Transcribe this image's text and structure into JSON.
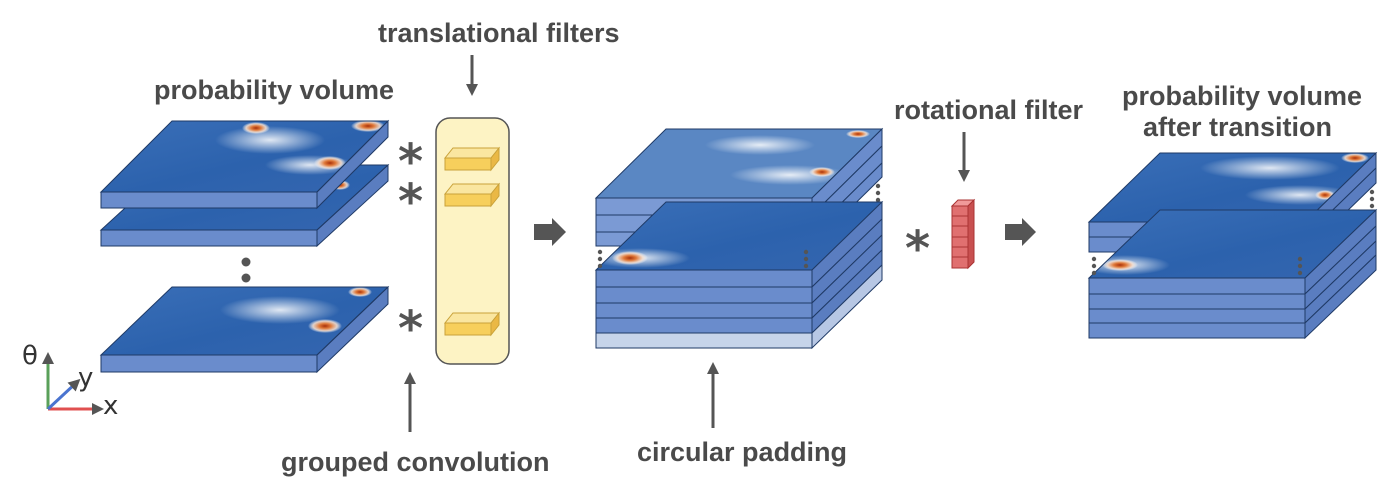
{
  "labels": {
    "translational_filters": "translational filters",
    "probability_volume": "probability volume",
    "rotational_filter": "rotational filter",
    "probability_volume_after_line1": "probability volume",
    "probability_volume_after_line2": "after transition",
    "grouped_convolution": "grouped convolution",
    "circular_padding": "circular padding"
  },
  "axes": {
    "theta": "θ",
    "y": "y",
    "x": "x"
  },
  "colors": {
    "slab_side": "#6a8ccc",
    "slab_top": "#2f66b1",
    "slab_light": "#c6d4ea",
    "filter_box": "#fdf3c4",
    "filter_block": "#f7cf5c",
    "rot_filter": "#e07070",
    "arrow": "#555555",
    "axis_theta": "#5aa05a",
    "axis_y": "#4a74d0",
    "axis_x": "#e05050"
  }
}
